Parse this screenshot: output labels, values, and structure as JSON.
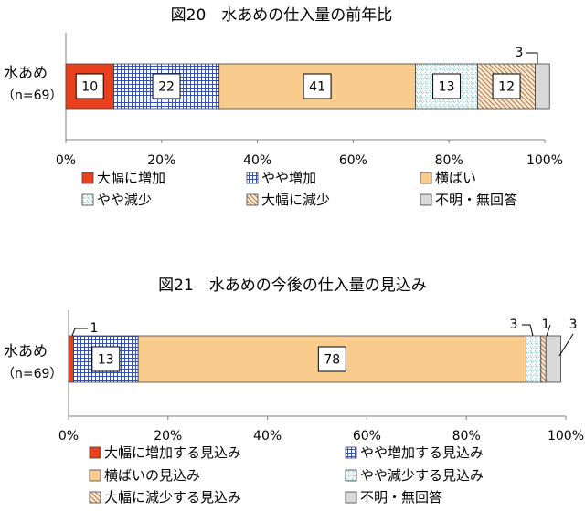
{
  "charts": [
    {
      "type": "bar",
      "orientation": "horizontal-stacked-percent",
      "title": "図20　水あめの仕入量の前年比",
      "categories": [
        "水あめ"
      ],
      "category_sublabels": [
        "（n=69）"
      ],
      "x_ticks": [
        "0%",
        "20%",
        "40%",
        "60%",
        "80%",
        "100%"
      ],
      "xlim": [
        0,
        100
      ],
      "series": [
        {
          "name": "大幅に増加",
          "values": [
            10
          ],
          "label": "10",
          "pattern": "solid",
          "color": "#e8401c"
        },
        {
          "name": "やや増加",
          "values": [
            22
          ],
          "label": "22",
          "pattern": "grid",
          "color": "#3a4fa8"
        },
        {
          "name": "横ばい",
          "values": [
            41
          ],
          "label": "41",
          "pattern": "solid",
          "color": "#f9cb8c"
        },
        {
          "name": "やや減少",
          "values": [
            13
          ],
          "label": "13",
          "pattern": "dots",
          "color": "#39a7a8"
        },
        {
          "name": "大幅に減少",
          "values": [
            12
          ],
          "label": "12",
          "pattern": "diag",
          "color": "#d6a77a"
        },
        {
          "name": "不明・無回答",
          "values": [
            3
          ],
          "label": "3",
          "pattern": "solid",
          "color": "#d9d9d9"
        }
      ],
      "legend_placement": "bottom"
    },
    {
      "type": "bar",
      "orientation": "horizontal-stacked-percent",
      "title": "図21　水あめの今後の仕入量の見込み",
      "categories": [
        "水あめ"
      ],
      "category_sublabels": [
        "（n=69）"
      ],
      "x_ticks": [
        "0%",
        "20%",
        "40%",
        "60%",
        "80%",
        "100%"
      ],
      "xlim": [
        0,
        100
      ],
      "series": [
        {
          "name": "大幅に増加する見込み",
          "values": [
            1
          ],
          "label": "1",
          "pattern": "solid",
          "color": "#e8401c"
        },
        {
          "name": "やや増加する見込み",
          "values": [
            13
          ],
          "label": "13",
          "pattern": "grid",
          "color": "#3a4fa8"
        },
        {
          "name": "横ばいの見込み",
          "values": [
            78
          ],
          "label": "78",
          "pattern": "solid",
          "color": "#f9cb8c"
        },
        {
          "name": "やや減少する見込み",
          "values": [
            3
          ],
          "label": "3",
          "pattern": "dots",
          "color": "#39a7a8"
        },
        {
          "name": "大幅に減少する見込み",
          "values": [
            1
          ],
          "label": "1",
          "pattern": "diag",
          "color": "#d6a77a"
        },
        {
          "name": "不明・無回答",
          "values": [
            3
          ],
          "label": "3",
          "pattern": "solid",
          "color": "#d9d9d9"
        }
      ],
      "legend_placement": "bottom"
    }
  ]
}
